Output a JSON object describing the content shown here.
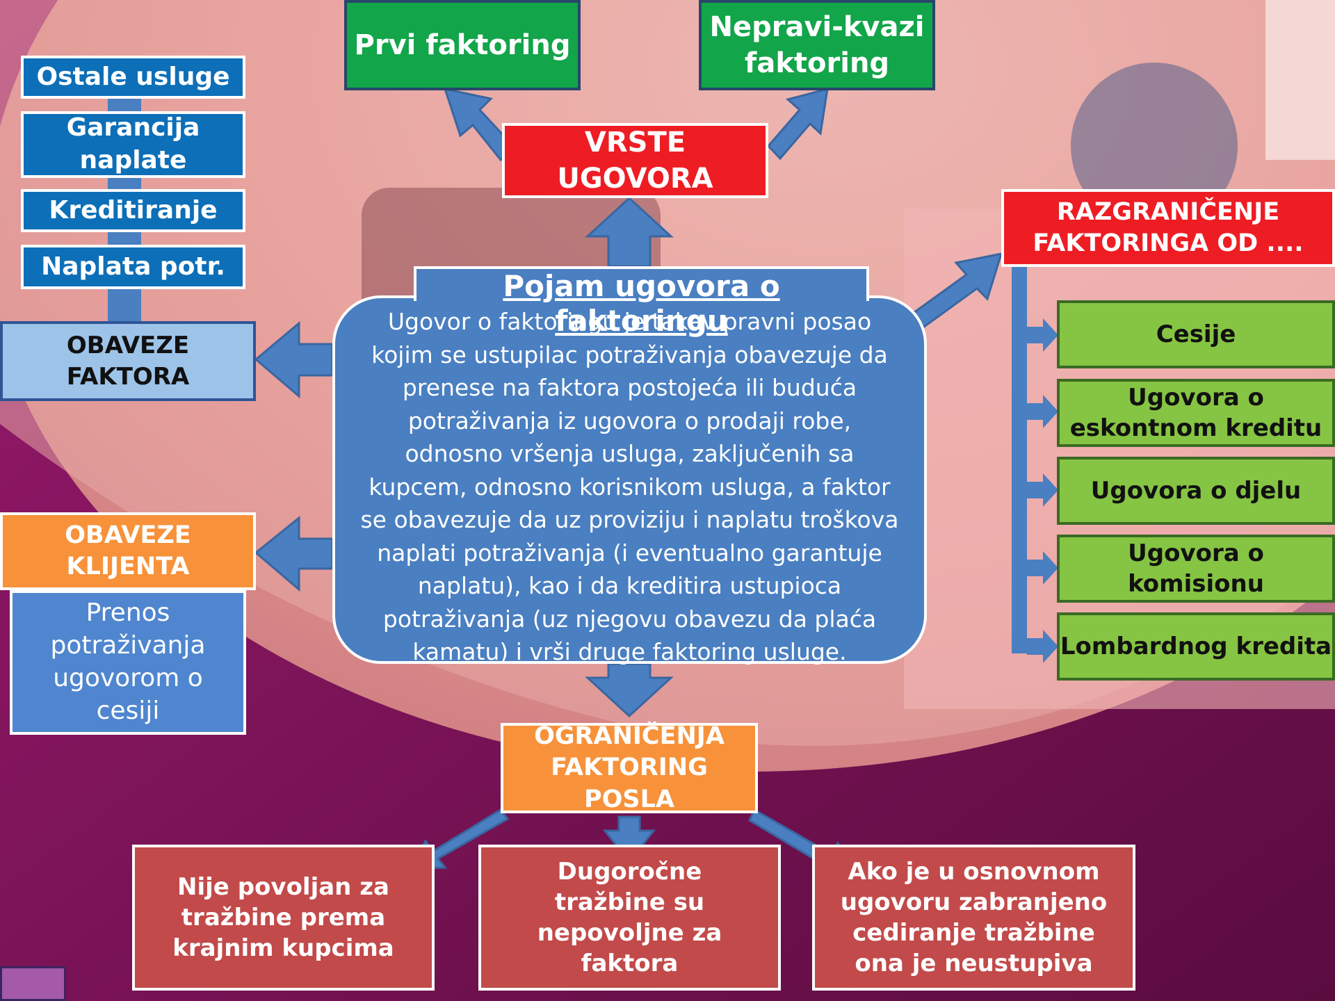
{
  "center": {
    "title": "Pojam ugovora o faktoringu",
    "definition": "Ugovor o faktoringu je takav pravni posao kojim se ustupilac potraživanja obavezuje da prenese na faktora postojeća ili buduća potraživanja iz ugovora o prodaji robe, odnosno vršenja usluga, zaključenih sa kupcem, odnosno korisnikom usluga, a faktor se obavezuje da uz proviziju i naplatu troškova naplati potraživanja (i eventualno garantuje naplatu), kao i da kreditira ustupioca potraživanja (uz njegovu obavezu da plaća kamatu) i vrši druge faktoring usluge."
  },
  "vrste": {
    "label": "VRSTE UGOVORA",
    "items": [
      "Prvi faktoring",
      "Nepravi-kvazi faktoring"
    ]
  },
  "obaveze_faktora": {
    "label": "OBAVEZE FAKTORA",
    "items": [
      "Ostale usluge",
      "Garancija naplate",
      "Kreditiranje",
      "Naplata potr."
    ]
  },
  "obaveze_klijenta": {
    "label": "OBAVEZE KLIJENTA",
    "detail": "Prenos potraživanja ugovorom o cesiji"
  },
  "razgranicenje": {
    "label": "RAZGRANIČENJE FAKTORINGA OD ....",
    "items": [
      "Cesije",
      "Ugovora o eskontnom kreditu",
      "Ugovora o djelu",
      "Ugovora o komisionu",
      "Lombardnog kredita"
    ]
  },
  "ogranicenja": {
    "label": "OGRANIČENJA FAKTORING POSLA",
    "items": [
      "Nije povoljan za tražbine prema krajnim kupcima",
      "Dugoročne tražbine su nepovoljne za faktora",
      "Ako je u osnovnom ugovoru zabranjeno cediranje tražbine ona je neustupiva"
    ]
  },
  "colors": {
    "background": "#7a0f55",
    "arrow": "#4a7fc1",
    "red": "#ee1d24",
    "green": "#12a54a",
    "lime": "#86c443",
    "orange": "#f7923a",
    "brick": "#c24a4a"
  }
}
